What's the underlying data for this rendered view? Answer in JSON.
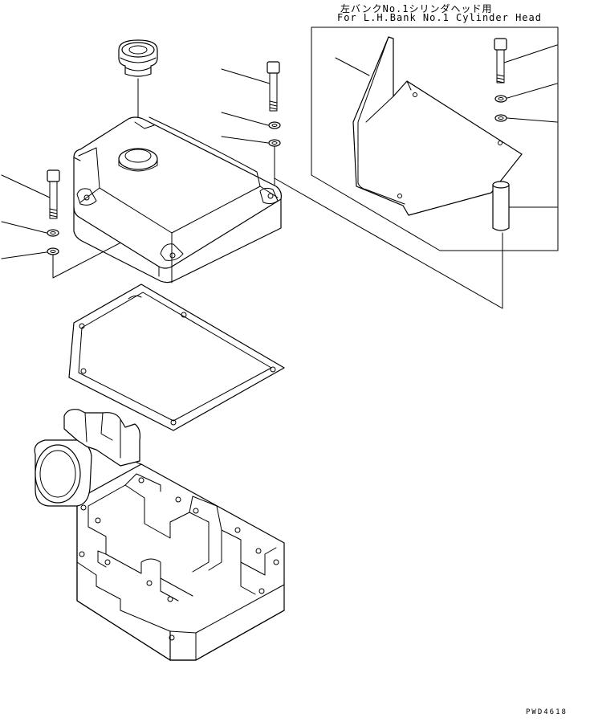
{
  "inset_note": {
    "japanese": "左バンクNo.1シリンダヘッド用",
    "english": "For L.H.Bank No.1 Cylinder Head"
  },
  "drawing_code": "PWD4618"
}
